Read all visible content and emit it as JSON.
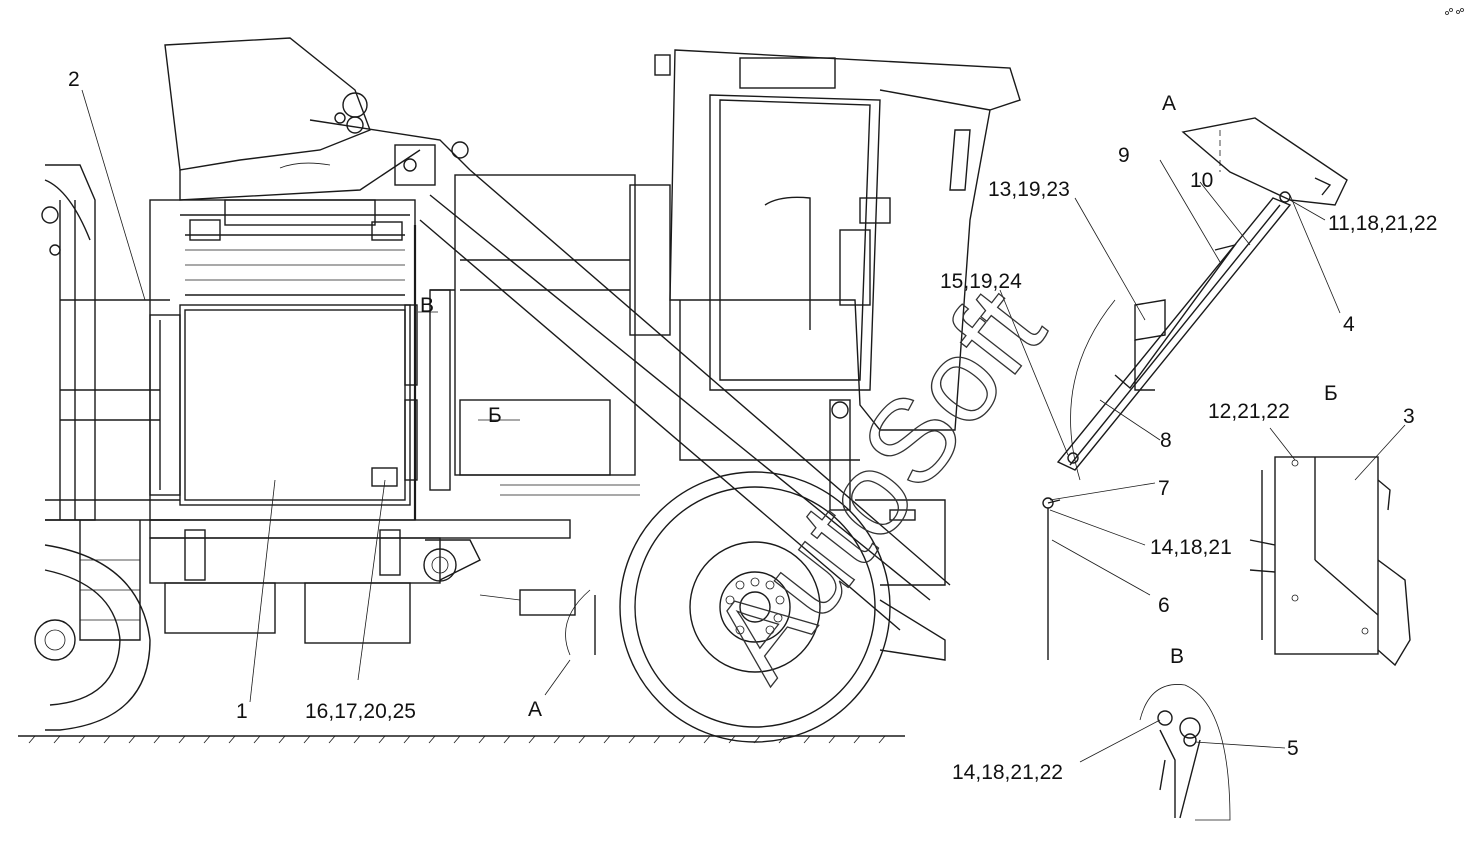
{
  "labels": {
    "l1": "1",
    "l2": "2",
    "l3": "3",
    "l4": "4",
    "l5": "5",
    "l6": "6",
    "l7": "7",
    "l8": "8",
    "l9": "9",
    "l10": "10",
    "l11_18_21_22": "11,18,21,22",
    "l12_21_22": "12,21,22",
    "l13_19_23": "13,19,23",
    "l14_18_21": "14,18,21",
    "l14_18_21_22": "14,18,21,22",
    "l15_19_24": "15,19,24",
    "l16_17_20_25": "16,17,20,25",
    "view_a_main": "А",
    "view_a_detail": "А",
    "view_b_main": "Б",
    "view_b_detail": "Б",
    "view_v_main": "В",
    "view_v_detail": "В"
  },
  "watermark": "AutoSoft"
}
